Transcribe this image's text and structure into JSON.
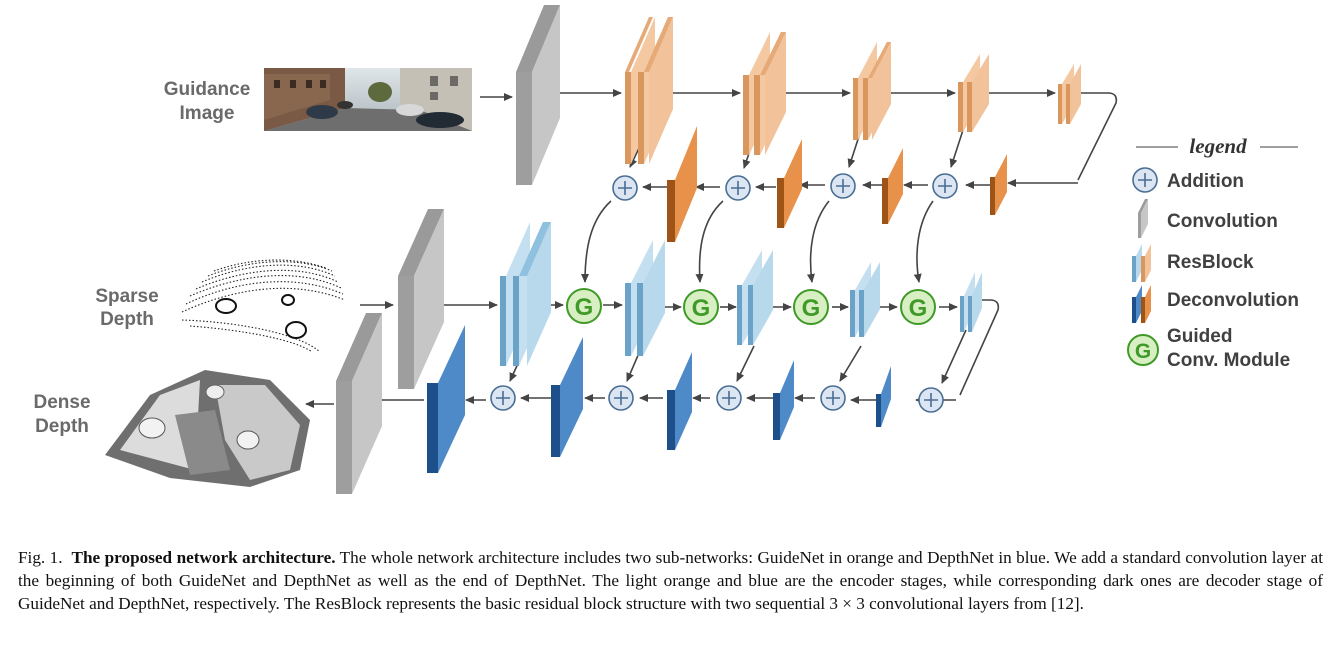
{
  "figure": {
    "labels": {
      "guidance_image": [
        "Guidance",
        "Image"
      ],
      "sparse_depth": [
        "Sparse",
        "Depth"
      ],
      "dense_depth": [
        "Dense",
        "Depth"
      ]
    },
    "legend": {
      "title": "legend",
      "items": [
        {
          "icon": "addition-icon",
          "label": [
            "Addition"
          ]
        },
        {
          "icon": "convolution-icon",
          "label": [
            "Convolution"
          ]
        },
        {
          "icon": "resblock-icon",
          "label": [
            "ResBlock"
          ]
        },
        {
          "icon": "deconvolution-icon",
          "label": [
            "Deconvolution"
          ]
        },
        {
          "icon": "guided-conv-icon",
          "label": [
            "Guided",
            "Conv. Module"
          ]
        }
      ]
    },
    "guided_symbol": "G",
    "colors": {
      "conv_gray": "#bdbdbd",
      "conv_gray_dark": "#8f8f8f",
      "guide_encoder": "#f2c29a",
      "guide_encoder_dark": "#d9975e",
      "guide_decoder": "#e8914a",
      "guide_decoder_dark": "#9e5317",
      "depth_encoder": "#b8d8ec",
      "depth_encoder_dark": "#6ba3c8",
      "depth_decoder": "#4f8ac8",
      "depth_decoder_dark": "#1d4f8a",
      "add_fill": "#dbe6f2",
      "add_stroke": "#4a6d95",
      "guided_fill": "#d8efc4",
      "guided_stroke": "#3f9a28",
      "arrow": "#444444"
    }
  },
  "caption": {
    "label": "Fig. 1.",
    "title": "The proposed network architecture.",
    "body": "The whole network architecture includes two sub-networks: GuideNet in orange and DepthNet in blue. We add a standard convolution layer at the beginning of both GuideNet and DepthNet as well as the end of DepthNet. The light orange and blue are the encoder stages, while corresponding dark ones are decoder stage of GuideNet and DepthNet, respectively. The ResBlock represents the basic residual block structure with two sequential 3 × 3 convolutional layers from [12]."
  }
}
